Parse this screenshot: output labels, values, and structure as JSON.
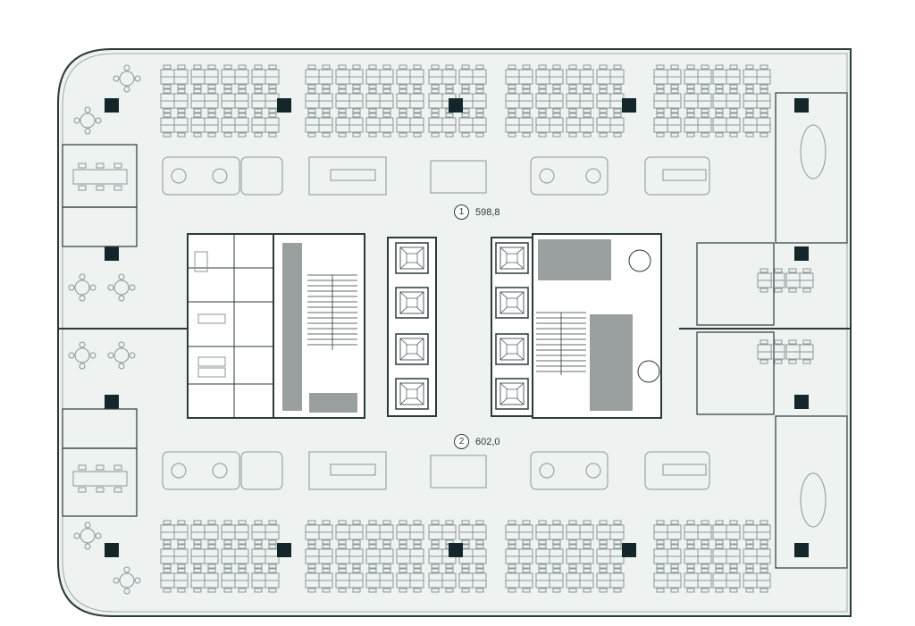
{
  "zones": [
    {
      "number": "1",
      "area": "598,8"
    },
    {
      "number": "2",
      "area": "602,0"
    }
  ],
  "colors": {
    "floor_fill": "#eef2f1",
    "wall": "#2b3a3a",
    "line": "#8a9896",
    "column": "#15262a",
    "core_gray": "#9aa09f",
    "white": "#ffffff"
  },
  "icons": [
    "desk-cluster",
    "meeting-table",
    "elevator",
    "staircase",
    "restroom",
    "accessible-restroom",
    "structural-column",
    "lounge-seating"
  ]
}
